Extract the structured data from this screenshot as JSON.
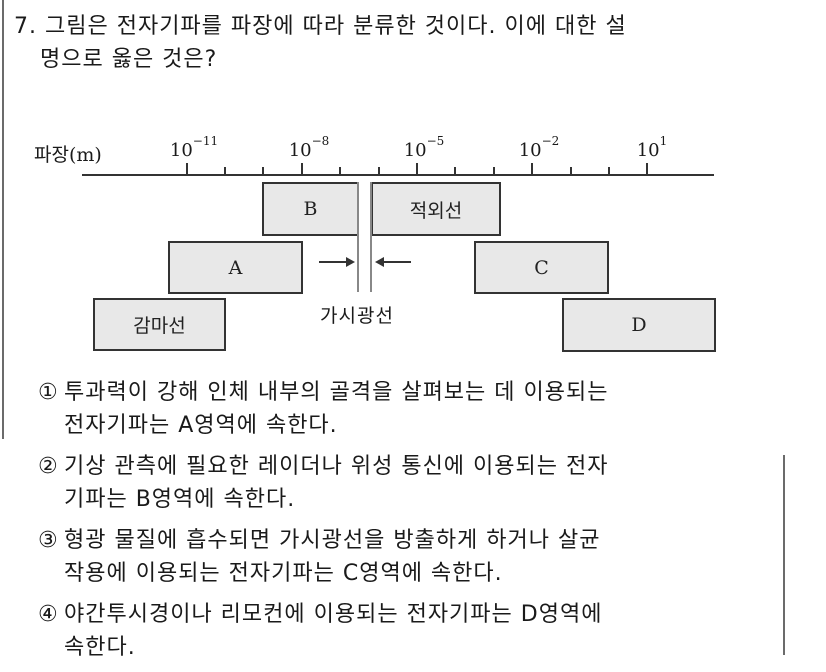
{
  "question": {
    "number": "7.",
    "line1": "그림은 전자기파를 파장에 따라 분류한 것이다. 이에 대한 설",
    "line2": "명으로 옳은 것은?"
  },
  "figure": {
    "axis_label": "파장(m)",
    "ticks": {
      "t1": {
        "base": "10",
        "exp": "−11"
      },
      "t2": {
        "base": "10",
        "exp": "−8"
      },
      "t3": {
        "base": "10",
        "exp": "−5"
      },
      "t4": {
        "base": "10",
        "exp": "−2"
      },
      "t5": {
        "base": "10",
        "exp": "1"
      }
    },
    "bands": {
      "b": "B",
      "infrared": "적외선",
      "a": "A",
      "c": "C",
      "gamma": "감마선",
      "d": "D"
    },
    "visible_label": "가시광선"
  },
  "options": [
    {
      "num": "①",
      "line1": "투과력이 강해 인체 내부의 골격을 살펴보는 데 이용되는",
      "line2": "전자기파는 A영역에 속한다."
    },
    {
      "num": "②",
      "line1": "기상 관측에 필요한 레이더나 위성 통신에 이용되는 전자",
      "line2": "기파는 B영역에 속한다."
    },
    {
      "num": "③",
      "line1": "형광 물질에 흡수되면 가시광선을 방출하게 하거나 살균",
      "line2": "작용에 이용되는 전자기파는 C영역에 속한다."
    },
    {
      "num": "④",
      "line1": "야간투시경이나 리모컨에 이용되는 전자기파는 D영역에",
      "line2": "속한다."
    }
  ]
}
